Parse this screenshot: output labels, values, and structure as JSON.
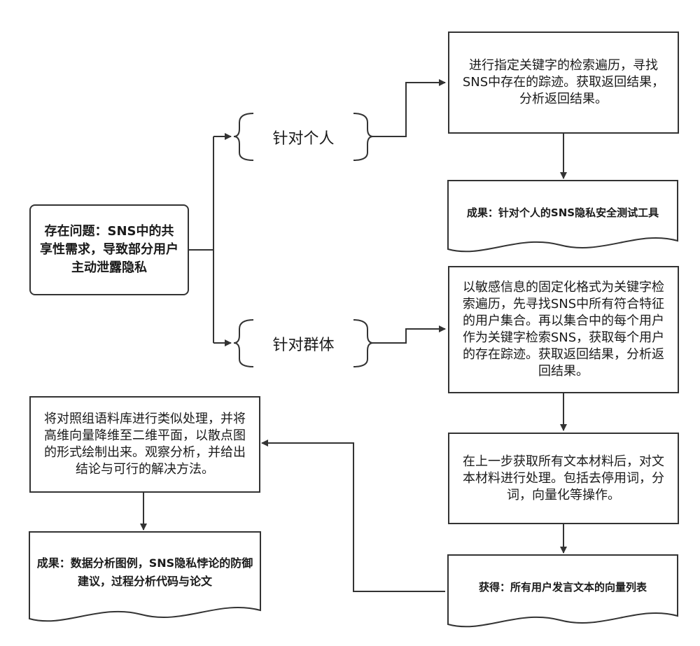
{
  "root": {
    "text": "存在问题：SNS中的共享性需求，导致部分用户 主动泄露隐私"
  },
  "branch_individual": {
    "label": "针对个人"
  },
  "branch_group": {
    "label": "针对群体"
  },
  "individual_search": {
    "text": "进行指定关键字的检索遍历，寻找SNS中存在的踪迹。获取返回结果，分析返回结果。"
  },
  "individual_result": {
    "text": "成果：针对个人的SNS隐私安全测试工具"
  },
  "group_search": {
    "text": "以敏感信息的固定化格式为关键字检索遍历，先寻找SNS中所有符合特征的用户集合。再以集合中的每个用户作为关键字检索SNS，获取每个用户的存在踪迹。获取返回结果，分析返回结果。"
  },
  "text_processing": {
    "text": "在上一步获取所有文本材料后，对文本材料进行处理。包括去停用词，分词，向量化等操作。"
  },
  "vector_list": {
    "text": "获得：所有用户发言文本的向量列表"
  },
  "analysis": {
    "text": "将对照组语料库进行类似处理，并将高维向量降维至二维平面，以散点图的形式绘制出来。观察分析，并给出结论与可行的解决方法。"
  },
  "final_result": {
    "text": "成果：数据分析图例，SNS隐私悖论的防御建议，过程分析代码与论文"
  }
}
